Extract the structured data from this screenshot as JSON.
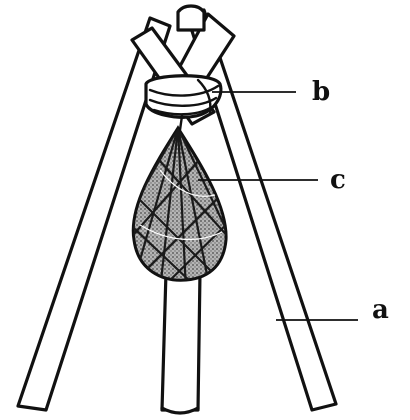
{
  "labels": {
    "a": "a",
    "b": "b",
    "c": "c"
  },
  "colors": {
    "ink": "#111111",
    "background": "#ffffff",
    "net_fill": "#8a8a8a"
  }
}
